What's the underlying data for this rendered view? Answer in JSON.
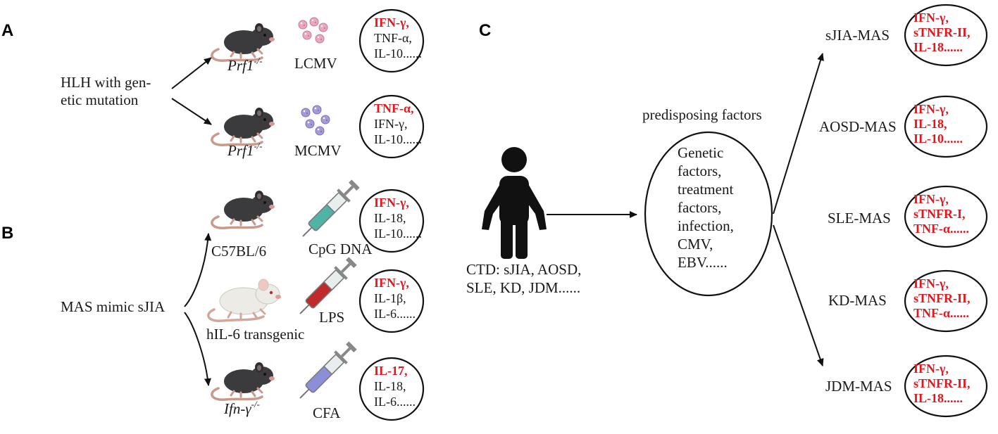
{
  "panels": {
    "a": "A",
    "b": "B",
    "c": "C"
  },
  "panel_a": {
    "group_label_line1": "HLH with gen-",
    "group_label_line2": "etic mutation",
    "models": [
      {
        "strain": "Prf1",
        "strain_sup": "-/-",
        "stimulus": "LCMV",
        "cytokines": [
          {
            "text": "IFN-γ,",
            "highlight": true
          },
          {
            "text": "TNF-α,",
            "highlight": false
          },
          {
            "text": "IL-10......",
            "highlight": false
          }
        ]
      },
      {
        "strain": "Prf1",
        "strain_sup": "-/-",
        "stimulus": "MCMV",
        "cytokines": [
          {
            "text": "TNF-α,",
            "highlight": true
          },
          {
            "text": "IFN-γ,",
            "highlight": false
          },
          {
            "text": "IL-10......",
            "highlight": false
          }
        ]
      }
    ]
  },
  "panel_b": {
    "group_label": "MAS mimic sJIA",
    "models": [
      {
        "strain": "C57BL/6",
        "stimulus": "CpG DNA",
        "cytokines": [
          {
            "text": "IFN-γ,",
            "highlight": true
          },
          {
            "text": "IL-18,",
            "highlight": false
          },
          {
            "text": "IL-10......",
            "highlight": false
          }
        ]
      },
      {
        "strain": "hIL-6 transgenic",
        "stimulus": "LPS",
        "cytokines": [
          {
            "text": "IFN-γ,",
            "highlight": true
          },
          {
            "text": "IL-1β,",
            "highlight": false
          },
          {
            "text": "IL-6......",
            "highlight": false
          }
        ]
      },
      {
        "strain": "Ifn-γ",
        "strain_sup": "-/-",
        "stimulus": "CFA",
        "cytokines": [
          {
            "text": "IL-17,",
            "highlight": true
          },
          {
            "text": "IL-18,",
            "highlight": false
          },
          {
            "text": "IL-6......",
            "highlight": false
          }
        ]
      }
    ]
  },
  "panel_c": {
    "ctd_line1": "CTD: sJIA, AOSD,",
    "ctd_line2": "SLE, KD, JDM......",
    "predisposing_title": "predisposing factors",
    "predisposing_lines": [
      "Genetic",
      "factors,",
      "treatment",
      "factors,",
      "infection,",
      "CMV,",
      "EBV......"
    ],
    "outcomes": [
      {
        "label": "sJIA-MAS",
        "cytokines": [
          "IFN-γ,",
          "sTNFR-II,",
          "IL-18......"
        ]
      },
      {
        "label": "AOSD-MAS",
        "cytokines": [
          "IFN-γ,",
          "IL-18,",
          "IL-10......"
        ]
      },
      {
        "label": "SLE-MAS",
        "cytokines": [
          "IFN-γ,",
          "sTNFR-I,",
          "TNF-α......"
        ]
      },
      {
        "label": "KD-MAS",
        "cytokines": [
          "IFN-γ,",
          "sTNFR-II,",
          "TNF-α......"
        ]
      },
      {
        "label": "JDM-MAS",
        "cytokines": [
          "IFN-γ,",
          "sTNFR-II,",
          "IL-18......"
        ]
      }
    ]
  },
  "colors": {
    "highlight": "#e8141c",
    "mouse_dark": "#3b3b3d",
    "mouse_white": "#ecebe6",
    "tail": "#c89a8c",
    "lcmv": "#e8a7bd",
    "mcmv": "#a89ad6",
    "syringe_cpg": "#4fb3a6",
    "syringe_lps": "#c02a2a",
    "syringe_cfa": "#8a8fd8",
    "person": "#111111"
  }
}
